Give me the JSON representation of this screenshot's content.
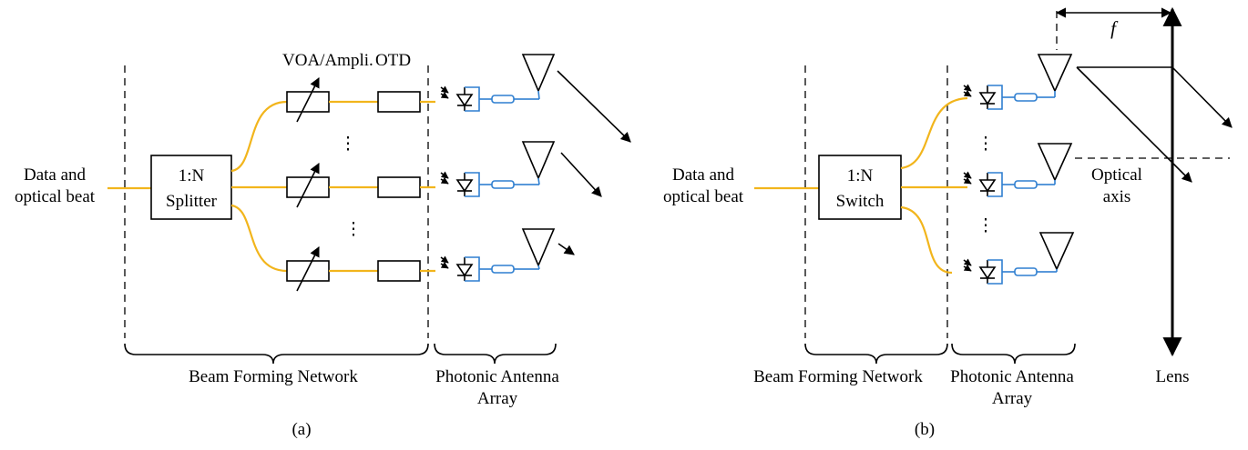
{
  "panel_a": {
    "input_label_line1": "Data and",
    "input_label_line2": "optical beat",
    "splitter_line1": "1:N",
    "splitter_line2": "Splitter",
    "voa_label": "VOA/Ampli.",
    "otd_label": "OTD",
    "vdots_1": "⋮",
    "vdots_2": "⋮",
    "bfn_label": "Beam Forming Network",
    "paa_line1": "Photonic Antenna",
    "paa_line2": "Array",
    "caption": "(a)"
  },
  "panel_b": {
    "input_label_line1": "Data and",
    "input_label_line2": "optical beat",
    "switch_line1": "1:N",
    "switch_line2": "Switch",
    "vdots_1": "⋮",
    "vdots_2": "⋮",
    "bfn_label": "Beam Forming Network",
    "paa_line1": "Photonic Antenna",
    "paa_line2": "Array",
    "focal_label": "f",
    "optical_axis_line1": "Optical",
    "optical_axis_line2": "axis",
    "lens_label": "Lens",
    "caption": "(b)"
  },
  "colors": {
    "fiber": "#f2b51c",
    "antenna_feed": "#2f7fd0",
    "lines": "#000000"
  }
}
